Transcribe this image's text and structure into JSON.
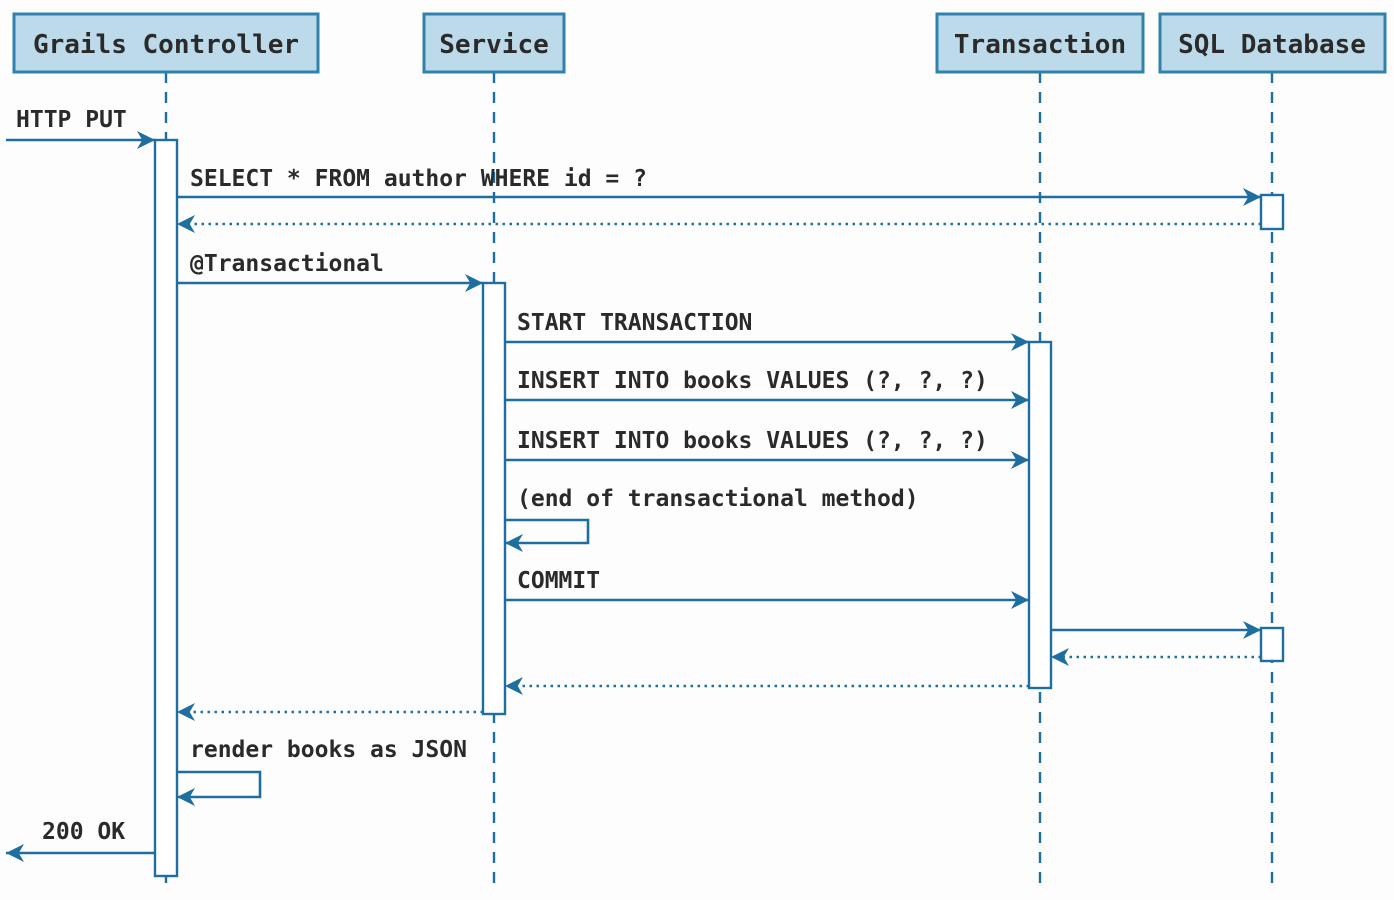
{
  "diagram": {
    "type": "uml-sequence-diagram",
    "colors": {
      "line": "#1e6f9f",
      "box_border": "#3181ae",
      "box_fill": "#bcdae9",
      "text": "#2a2a2a",
      "background": "#fdfdfe"
    },
    "participants": [
      {
        "name": "Grails Controller"
      },
      {
        "name": "Service"
      },
      {
        "name": "Transaction"
      },
      {
        "name": "SQL Database"
      }
    ],
    "messages": [
      {
        "label": "HTTP PUT",
        "from": "external",
        "to": "Grails Controller",
        "style": "solid"
      },
      {
        "label": "SELECT * FROM author WHERE id = ?",
        "from": "Grails Controller",
        "to": "SQL Database",
        "style": "solid"
      },
      {
        "label": "",
        "from": "SQL Database",
        "to": "Grails Controller",
        "style": "dotted-return"
      },
      {
        "label": "@Transactional",
        "from": "Grails Controller",
        "to": "Service",
        "style": "solid"
      },
      {
        "label": "START TRANSACTION",
        "from": "Service",
        "to": "Transaction",
        "style": "solid"
      },
      {
        "label": "INSERT INTO books VALUES (?, ?, ?)",
        "from": "Service",
        "to": "Transaction",
        "style": "solid"
      },
      {
        "label": "INSERT INTO books VALUES (?, ?, ?)",
        "from": "Service",
        "to": "Transaction",
        "style": "solid"
      },
      {
        "label": "(end of transactional method)",
        "from": "Service",
        "to": "Service",
        "style": "self-call"
      },
      {
        "label": "COMMIT",
        "from": "Service",
        "to": "Transaction",
        "style": "solid"
      },
      {
        "label": "",
        "from": "Transaction",
        "to": "SQL Database",
        "style": "solid"
      },
      {
        "label": "",
        "from": "SQL Database",
        "to": "Transaction",
        "style": "dotted-return"
      },
      {
        "label": "",
        "from": "Transaction",
        "to": "Service",
        "style": "dotted-return"
      },
      {
        "label": "",
        "from": "Service",
        "to": "Grails Controller",
        "style": "dotted-return"
      },
      {
        "label": "render books as JSON",
        "from": "Grails Controller",
        "to": "Grails Controller",
        "style": "self-call"
      },
      {
        "label": "200 OK",
        "from": "Grails Controller",
        "to": "external",
        "style": "solid"
      }
    ]
  }
}
